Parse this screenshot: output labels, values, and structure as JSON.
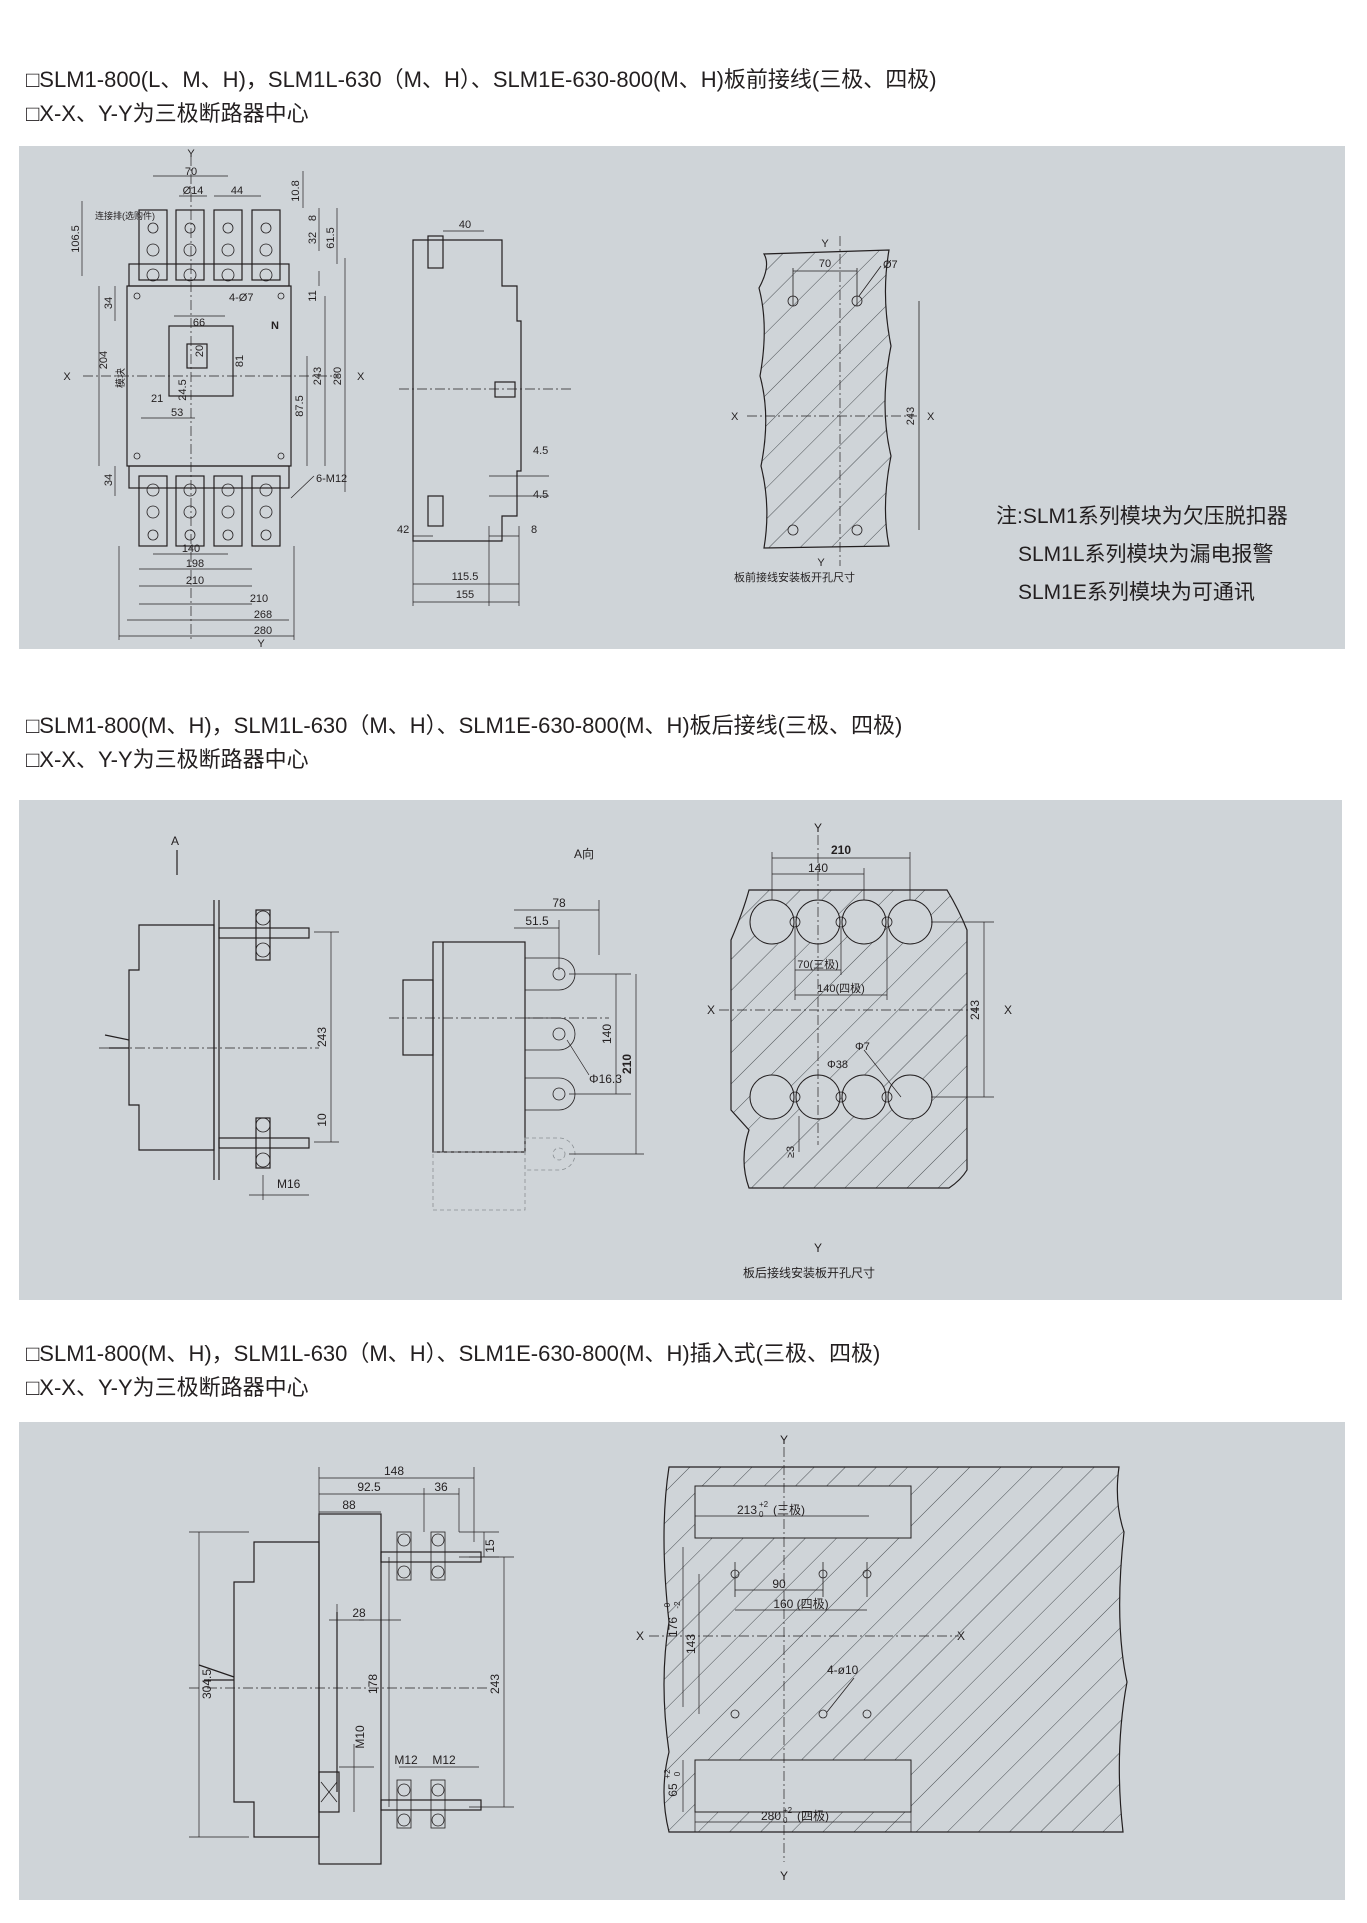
{
  "sections": [
    {
      "title": "□SLM1-800(L、M、H)，SLM1L-630（M、H）、SLM1E-630-800(M、H)板前接线(三极、四极)",
      "subtitle": "□X-X、Y-Y为三极断路器中心",
      "front_view": {
        "labels": {
          "y_top": "Y",
          "y_bottom": "Y",
          "x_left": "X",
          "x_right": "X",
          "bar": "连接排(选购件)",
          "module": "模块",
          "n": "N",
          "holes": "4-Ø7",
          "bolts": "6-M12"
        },
        "dims": {
          "d70": "70",
          "d14": "Ø14",
          "d44": "44",
          "d108": "10.8",
          "d1065": "106.5",
          "d8": "8",
          "d32": "32",
          "d615": "61.5",
          "d11": "11",
          "d34a": "34",
          "d66": "66",
          "d20": "20",
          "d81": "81",
          "d204": "204",
          "d875": "87.5",
          "d243": "243",
          "d280v": "280",
          "d245": "24.5",
          "d21": "21",
          "d53": "53",
          "d34b": "34",
          "d140": "140",
          "d198": "198",
          "d210a": "210",
          "d210b": "210",
          "d268": "268",
          "d280h": "280"
        }
      },
      "side_view": {
        "dims": {
          "d40": "40",
          "d45a": "4.5",
          "d45b": "4.5",
          "d42": "42",
          "d8": "8",
          "d1155": "115.5",
          "d155": "155"
        }
      },
      "panel_view": {
        "labels": {
          "y": "Y",
          "y_bottom": "Y",
          "x_left": "X",
          "x_right": "X",
          "caption": "板前接线安装板开孔尺寸"
        },
        "dims": {
          "d70": "70",
          "d7": "Ø7",
          "d243": "243"
        }
      },
      "notes": [
        "注:SLM1系列模块为欠压脱扣器",
        "SLM1L系列模块为漏电报警",
        "SLM1E系列模块为可通讯"
      ]
    },
    {
      "title": "□SLM1-800(M、H)，SLM1L-630（M、H）、SLM1E-630-800(M、H)板后接线(三极、四极)",
      "subtitle": "□X-X、Y-Y为三极断路器中心",
      "side_view": {
        "labels": {
          "a": "A"
        },
        "dims": {
          "d243": "243",
          "d10": "10",
          "m16": "M16"
        }
      },
      "a_view": {
        "labels": {
          "title": "A向"
        },
        "dims": {
          "d78": "78",
          "d515": "51.5",
          "d140": "140",
          "d210": "210",
          "d163": "Φ16.3"
        }
      },
      "panel_view": {
        "labels": {
          "y": "Y",
          "y_bottom": "Y",
          "x_left": "X",
          "x_right": "X",
          "caption": "板后接线安装板开孔尺寸"
        },
        "dims": {
          "d210": "210",
          "d140": "140",
          "d70": "70(三极)",
          "d140p": "140(四极)",
          "d243": "243",
          "d7": "Φ7",
          "d38": "Φ38",
          "d3": "≥3"
        }
      }
    },
    {
      "title": "□SLM1-800(M、H)，SLM1L-630（M、H）、SLM1E-630-800(M、H)插入式(三极、四极)",
      "subtitle": "□X-X、Y-Y为三极断路器中心",
      "side_view": {
        "dims": {
          "d148": "148",
          "d925": "92.5",
          "d36": "36",
          "d88": "88",
          "d15": "15",
          "d28": "28",
          "d3045": "304.5",
          "d178": "178",
          "d243": "243",
          "m10": "M10",
          "m12a": "M12",
          "m12b": "M12"
        }
      },
      "panel_view": {
        "labels": {
          "y": "Y",
          "y_bottom": "Y",
          "x_left": "X",
          "x_right": "X"
        },
        "dims": {
          "d213": "213",
          "d213sup": "+2",
          "d213sub": "0",
          "d213t": "(三极)",
          "d90": "90",
          "d160": "160 (四极)",
          "d176": "176",
          "d176sup": "0",
          "d176sub": "-2",
          "d143": "143",
          "d10": "4-ø10",
          "d65": "65",
          "d65sup": "+2",
          "d65sub": "0",
          "d280": "280",
          "d280sup": "+2",
          "d280sub": "0",
          "d280t": "(四极)"
        }
      }
    }
  ]
}
